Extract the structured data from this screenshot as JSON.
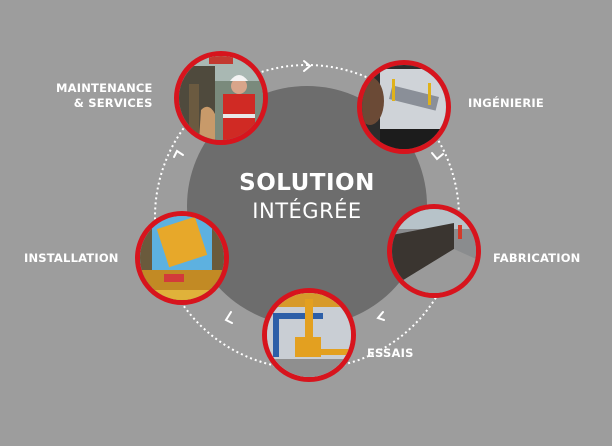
{
  "colors": {
    "background": "#9d9d9d",
    "core": "#6d6d6d",
    "accent_red": "#d7141d",
    "text": "#ffffff"
  },
  "center": {
    "title": "SOLUTION",
    "subtitle": "INTÉGRÉE"
  },
  "cycle": {
    "direction": "clockwise",
    "arrow_icon": "dotted-arrow-icon"
  },
  "steps": [
    {
      "id": "maintenance",
      "label_line1": "MAINTENANCE",
      "label_line2": "& SERVICES",
      "photo": "worker-in-red-coveralls-photo"
    },
    {
      "id": "ingenierie",
      "label": "INGÉNIERIE",
      "photo": "cad-design-on-monitor-photo"
    },
    {
      "id": "fabrication",
      "label": "FABRICATION",
      "photo": "steel-beam-fabrication-workshop-photo"
    },
    {
      "id": "essais",
      "label": "ESSAIS",
      "photo": "yellow-crane-machine-testing-photo"
    },
    {
      "id": "installation",
      "label": "INSTALLATION",
      "photo": "crane-trolley-lift-installation-photo"
    }
  ]
}
